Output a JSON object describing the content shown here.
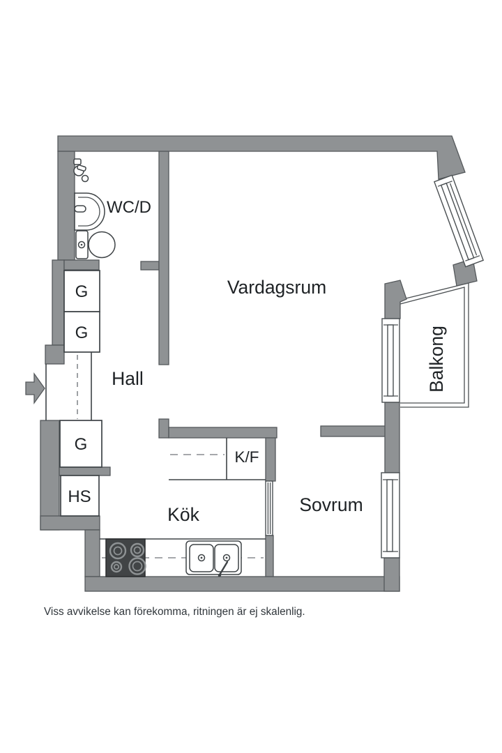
{
  "plan": {
    "rooms": {
      "wcd": "WC/D",
      "vardagsrum": "Vardagsrum",
      "hall": "Hall",
      "balkong": "Balkong",
      "kok": "Kök",
      "sovrum": "Sovrum"
    },
    "storage": {
      "g1": "G",
      "g2": "G",
      "g3": "G",
      "hs": "HS",
      "kf": "K/F"
    },
    "disclaimer": "Viss avvikelse kan förekomma, ritningen är ej skalenlig.",
    "colors": {
      "wall_fill": "#8F9294",
      "wall_outline": "#54585B",
      "line": "#3E4346",
      "text": "#1E2225",
      "stove_fill": "#414446"
    },
    "icons": {
      "entry_arrow": "entry-arrow-icon",
      "toilet": "toilet-icon",
      "sink": "sink-icon",
      "washer_valve": "washer-valve-icon",
      "stove": "stove-icon",
      "kitchen_sink": "kitchen-sink-icon"
    }
  }
}
